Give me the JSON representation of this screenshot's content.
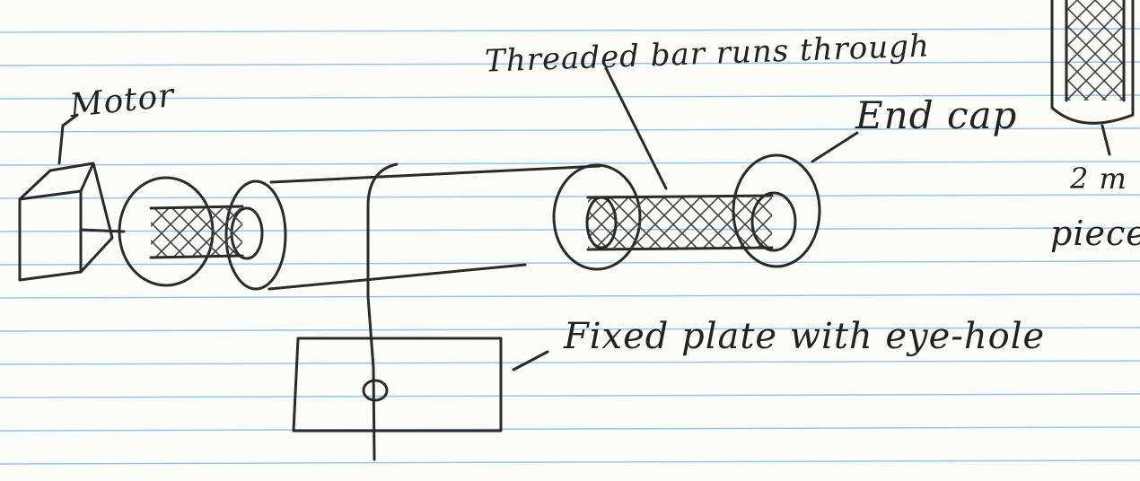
{
  "labels": {
    "motor": "Motor",
    "threaded_bar": "Threaded bar runs through",
    "end_cap": "End cap",
    "fixed_plate": "Fixed plate with eye-hole",
    "length": "2 m",
    "piece": "piece"
  },
  "colors": {
    "ink": "#2a2a2a",
    "paper": "#fcfcfa",
    "rule_line": "#9ec3e6"
  }
}
